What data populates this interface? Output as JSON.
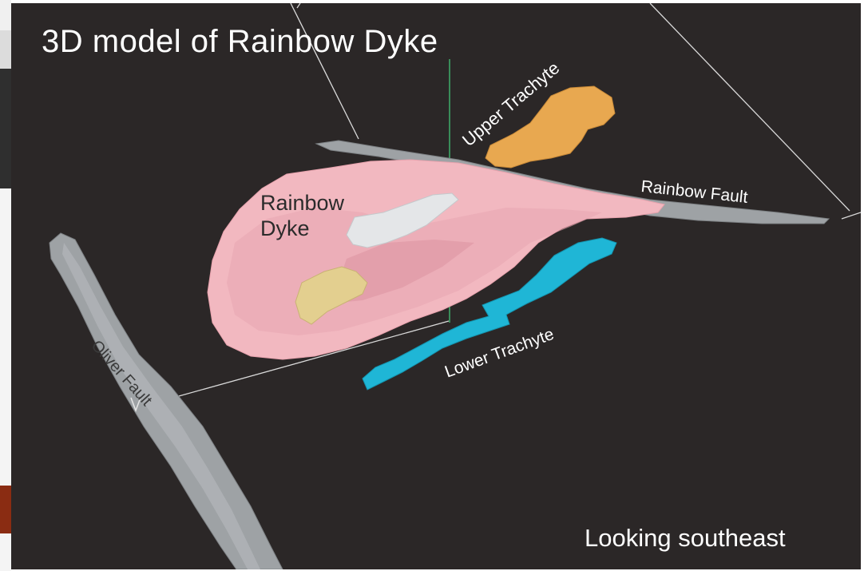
{
  "title": "3D model of Rainbow Dyke",
  "labels": {
    "rainbow_dyke_line1": "Rainbow",
    "rainbow_dyke_line2": "Dyke",
    "upper_trachyte": "Upper Trachyte",
    "rainbow_fault": "Rainbow Fault",
    "lower_trachyte": "Lower Trachyte",
    "oliver_fault": "Oliver Fault",
    "view_direction": "Looking southeast"
  },
  "colors": {
    "background": "#2b2727",
    "rainbow_dyke": "#f2b8c0",
    "upper_trachyte": "#e8a850",
    "lower_trachyte": "#1fb6d6",
    "fault": "#9ea2a5",
    "inclusion_white": "#e4e6e8",
    "inclusion_tan": "#e3cf8f",
    "frame_lines": "#d9d9d9",
    "axis_line": "#3fae6a"
  }
}
